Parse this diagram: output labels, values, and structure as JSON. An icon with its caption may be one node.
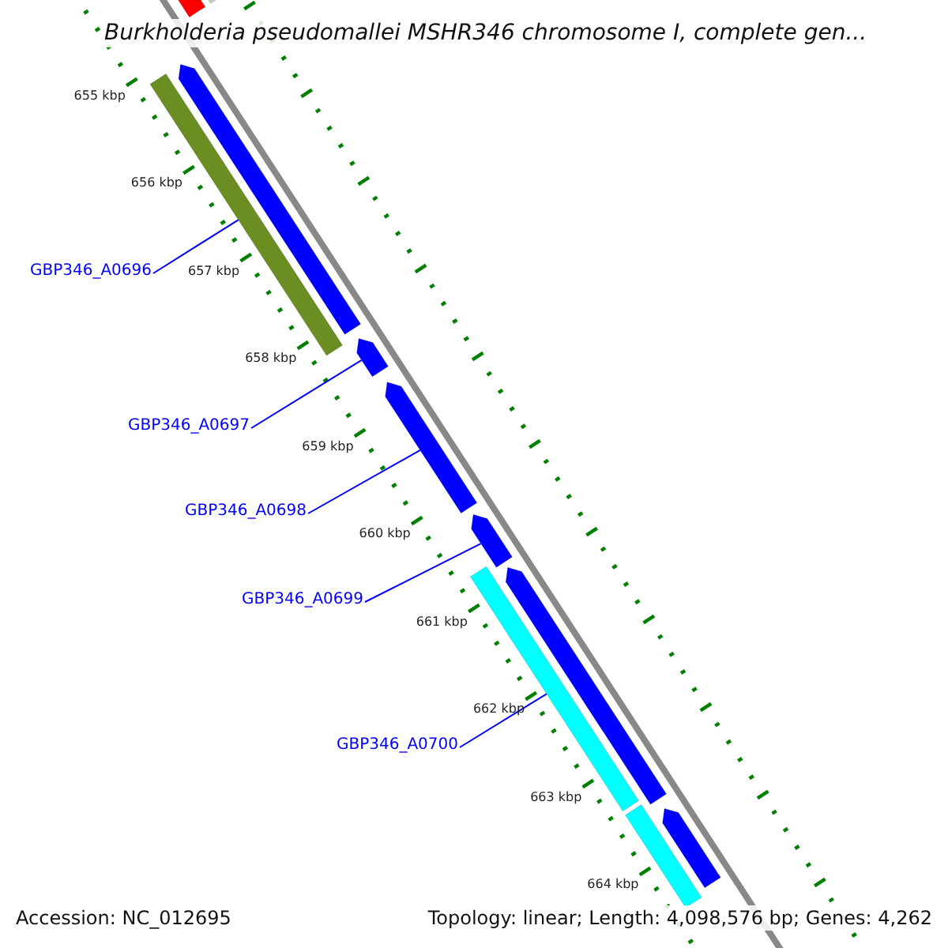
{
  "diagram": {
    "title": "Burkholderia pseudomallei MSHR346 chromosome I, complete gen...",
    "nodes": [
      {
        "text": [
          "GBP346_A0696"
        ]
      },
      {
        "text": [
          "GBP346_A0697"
        ]
      },
      {
        "text": [
          "GBP346_A0698"
        ]
      },
      {
        "text": [
          "GBP346_A0699"
        ]
      },
      {
        "text": [
          "GBP346_A0700"
        ]
      },
      {
        "text": [],
        "shape": "bar"
      },
      {
        "text": [],
        "shape": "bar"
      },
      {
        "text": [],
        "shape": "pentagon"
      },
      {
        "text": [],
        "shape": "bar"
      },
      {
        "text": [],
        "shape": "pentagon"
      },
      {
        "text": [],
        "shape": "pentagon"
      },
      {
        "text": [],
        "shape": "pentagon"
      },
      {
        "text": [],
        "shape": "bar"
      },
      {
        "text": [],
        "shape": "pentagon"
      },
      {
        "text": [],
        "shape": "bar"
      },
      {
        "text": [],
        "shape": "pentagon"
      }
    ],
    "edges": [
      {
        "from": 0,
        "to": 8,
        "arrow": "none"
      },
      {
        "from": 1,
        "to": 9,
        "arrow": "none"
      },
      {
        "from": 2,
        "to": 10,
        "arrow": "none"
      },
      {
        "from": 3,
        "to": 11,
        "arrow": "none"
      },
      {
        "from": 4,
        "to": 12,
        "arrow": "none"
      }
    ],
    "labels": [
      "655 kbp",
      "656 kbp",
      "657 kbp",
      "658 kbp",
      "659 kbp",
      "660 kbp",
      "661 kbp",
      "662 kbp",
      "663 kbp",
      "664 kbp",
      "Accession: NC_012695",
      "Topology: linear; Length: 4,098,576 bp; Genes: 4,262"
    ]
  }
}
